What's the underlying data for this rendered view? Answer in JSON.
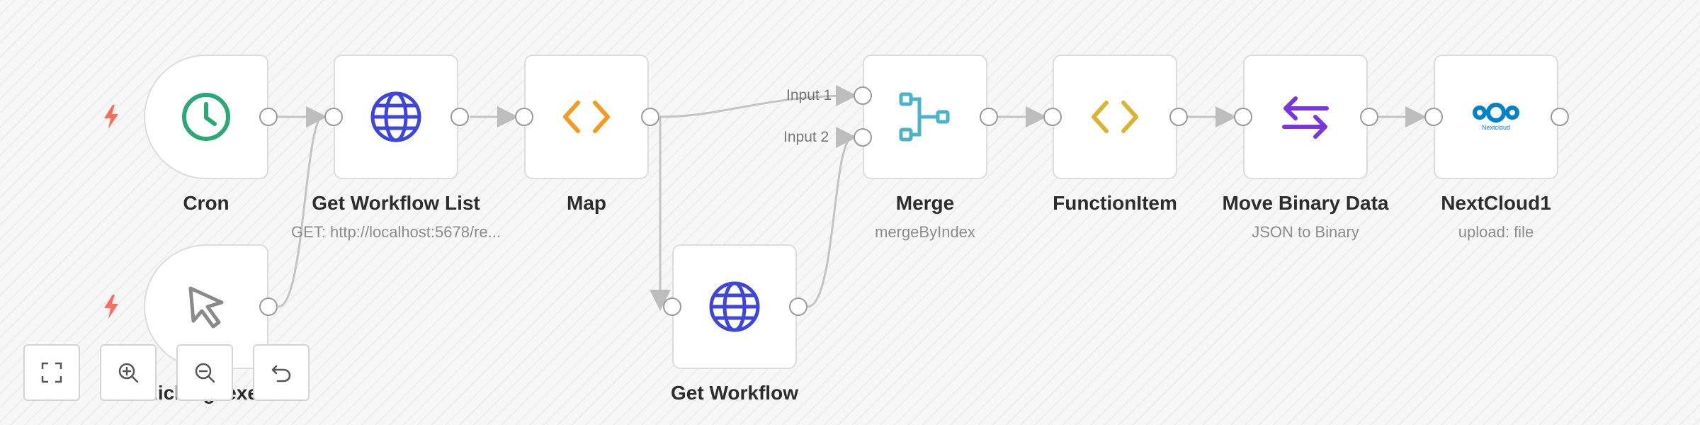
{
  "workflow": {
    "nodes": [
      {
        "id": "cron",
        "label": "Cron",
        "subtitle": ""
      },
      {
        "id": "manual",
        "label": "On clicking 'execute'",
        "subtitle": ""
      },
      {
        "id": "get_workflow_list",
        "label": "Get Workflow List",
        "subtitle": "GET: http://localhost:5678/re..."
      },
      {
        "id": "map",
        "label": "Map",
        "subtitle": ""
      },
      {
        "id": "get_workflow",
        "label": "Get Workflow",
        "subtitle": ""
      },
      {
        "id": "merge",
        "label": "Merge",
        "subtitle": "mergeByIndex"
      },
      {
        "id": "functionitem",
        "label": "FunctionItem",
        "subtitle": ""
      },
      {
        "id": "move_binary",
        "label": "Move Binary Data",
        "subtitle": "JSON to Binary"
      },
      {
        "id": "nextcloud",
        "label": "NextCloud1",
        "subtitle": "upload: file"
      }
    ],
    "merge_inputs": [
      "Input 1",
      "Input 2"
    ],
    "nextcloud_logo_text": "Nextcloud"
  },
  "controls": {
    "fit_view": "Fit view",
    "zoom_in": "Zoom in",
    "zoom_out": "Zoom out",
    "reset": "Reset zoom"
  },
  "colors": {
    "trigger_bolt": "#ff6d5a",
    "cron_green": "#2aa876",
    "http_blue": "#3d46d8",
    "code_orange": "#f59a1f",
    "merge_teal": "#4ab3c9",
    "function_yellow": "#d9b430",
    "binary_purple": "#7a36d8",
    "nextcloud_blue": "#0082c9",
    "edge_gray": "#c4c4c4"
  }
}
